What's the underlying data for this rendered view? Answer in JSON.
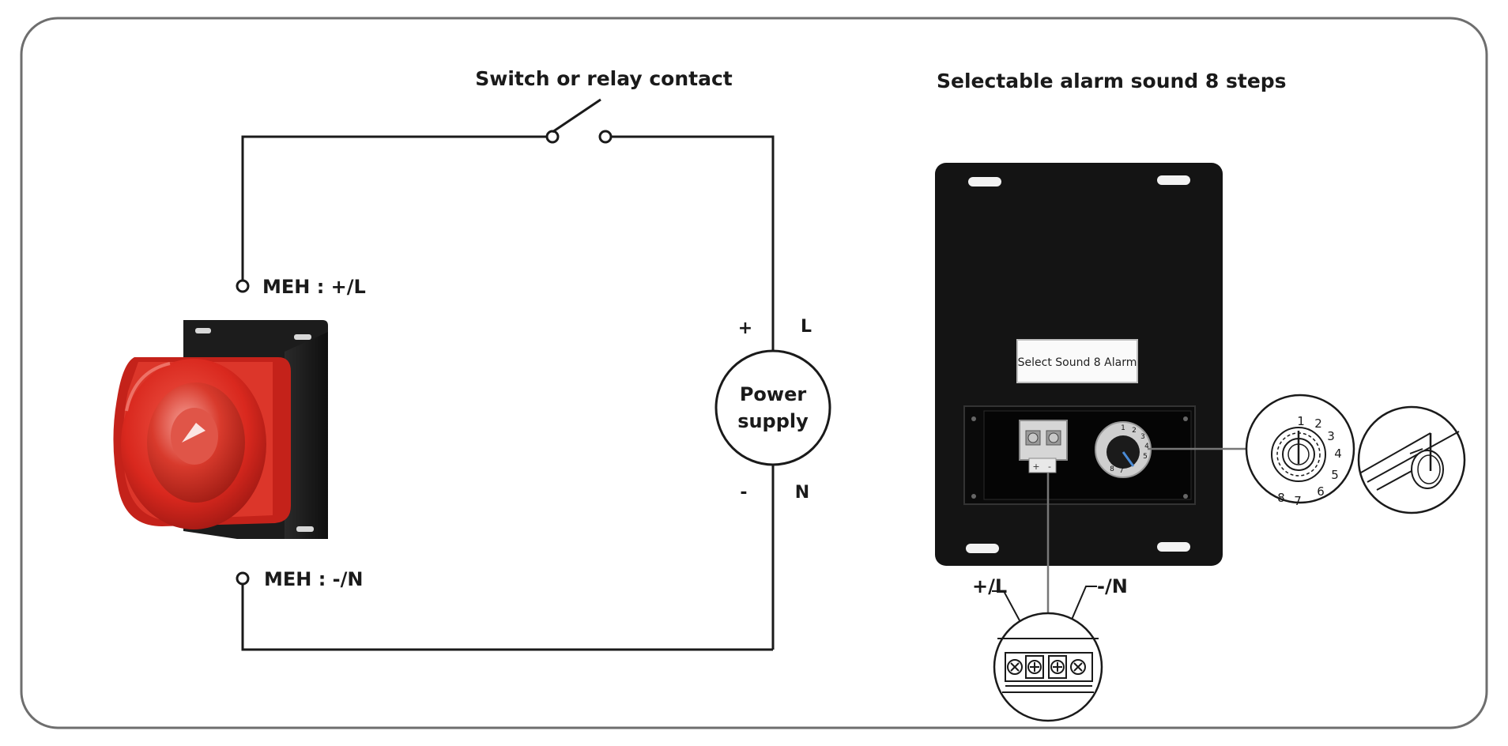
{
  "diagram": {
    "switch_label": "Switch or relay contact",
    "meh_pos_label": "MEH : +/L",
    "meh_neg_label": "MEH : -/N",
    "power_supply": {
      "line1": "Power",
      "line2": "supply",
      "plus": "+",
      "minus": "-",
      "L": "L",
      "N": "N"
    },
    "alarm_title": "Selectable alarm sound 8 steps",
    "panel_label": "Select Sound 8 Alarm",
    "terminal_pos_label": "+/L",
    "terminal_neg_label": "-/N",
    "terminal_block_signs": [
      "+",
      "-"
    ],
    "dial_steps": [
      "1",
      "2",
      "3",
      "4",
      "5",
      "6",
      "7",
      "8"
    ]
  },
  "colors": {
    "siren_red": "#d9281e",
    "panel_black": "#141414",
    "line": "#1a1a1a"
  }
}
